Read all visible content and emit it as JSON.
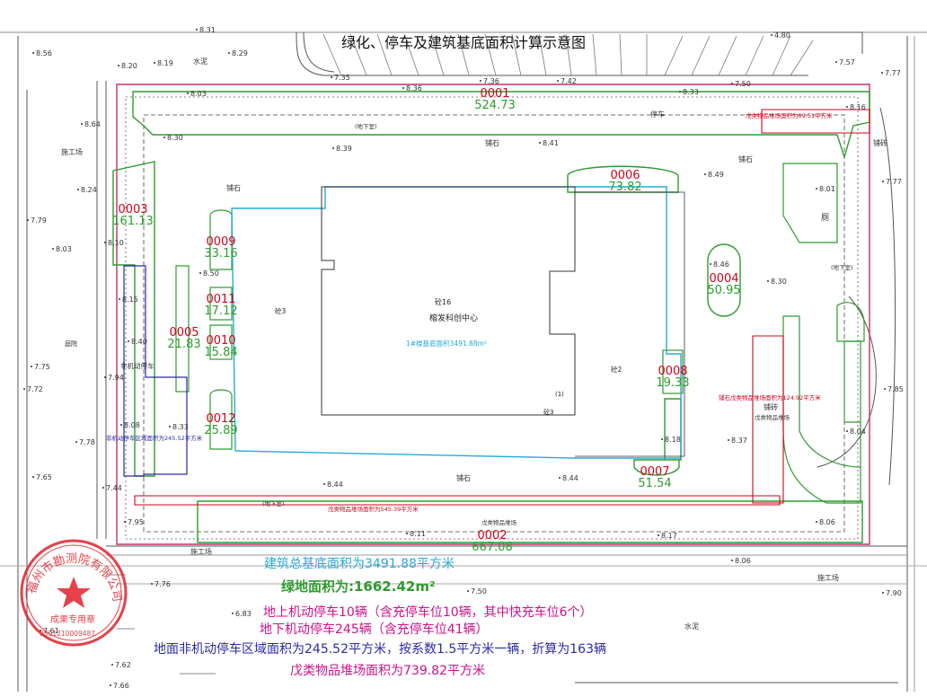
{
  "title": "绿化、停车及建筑基底面积计算示意图",
  "building": {
    "name": "榕发科创中心",
    "floors_label": "砼16",
    "side_label_left": "砼3",
    "side_label_right": "砼2",
    "footprint_label": "1#楼基底面积3491.88m²",
    "note_1": "(1)",
    "note_2": "砼3"
  },
  "green_areas": [
    {
      "code": "0001",
      "area": "524.73"
    },
    {
      "code": "0002",
      "area": "667.08"
    },
    {
      "code": "0003",
      "area": "161.13"
    },
    {
      "code": "0004",
      "area": "50.95"
    },
    {
      "code": "0005",
      "area": "21.83"
    },
    {
      "code": "0006",
      "area": "73.82"
    },
    {
      "code": "0007",
      "area": "51.54"
    },
    {
      "code": "0008",
      "area": "19.33"
    },
    {
      "code": "0009",
      "area": "33.16"
    },
    {
      "code": "0010",
      "area": "15.84"
    },
    {
      "code": "0011",
      "area": "17.12"
    },
    {
      "code": "0012",
      "area": "25.89"
    }
  ],
  "map_labels": {
    "parking": "停车",
    "tile_paving": "铺石",
    "tile_paving_b": "铺砖",
    "underground_a": "(地下室)",
    "underground_b": "(地下室)",
    "underground_c": "(地下室)",
    "cement": "水泥",
    "cement_b": "水泥",
    "construction_site_a": "施工场",
    "construction_site_b": "施工场",
    "construction_site_c": "施工场",
    "nonmotor_parking": "非机动停车",
    "yard": "庭院",
    "storage_yard": "戊类物品堆场",
    "storage_yard_b": "戊类物品堆场",
    "toilet": "厕"
  },
  "zone_notes": {
    "nonmotor_zone": "非机动停车区域面积为245.52平方米",
    "storage_top": "戊类物品堆场面积为69.51平方米",
    "storage_right": "铺石戊类物品堆场面积为124.92平方米",
    "storage_bottom": "戊类物品堆场面积为545.39平方米"
  },
  "elevations": [
    "8.56",
    "8.20",
    "8.19",
    "8.29",
    "8.31",
    "4.80",
    "7.57",
    "7.77",
    "7.35",
    "8.36",
    "7.36",
    "7.42",
    "8.33",
    "7.50",
    "8.03",
    "8.16",
    "8.64",
    "8.30",
    "8.39",
    "8.41",
    "8.24",
    "8.49",
    "8.01",
    "7.77",
    "7.79",
    "8.10",
    "8.03",
    "8.50",
    "8.46",
    "8.30",
    "8.15",
    "8.40",
    "7.75",
    "7.94",
    "7.72",
    "8.08",
    "8.33",
    "8.18",
    "8.37",
    "8.04",
    "7.85",
    "7.78",
    "7.65",
    "7.44",
    "8.44",
    "8.44",
    "8.06",
    "7.95",
    "8.11",
    "8.17",
    "8.06",
    "7.76",
    "7.50",
    "6.83",
    "7.61",
    "7.90",
    "7.62",
    "7.66"
  ],
  "summary": {
    "building_area": "建筑总基底面积为3491.88平方米",
    "green_area": "绿地面积为:1662.42m²",
    "ground_parking": "地上机动停车10辆（含充停车位10辆，其中快充车位6个）",
    "underground_parking": "地下机动停车245辆（含充停车位41辆）",
    "nonmotor_parking": "地面非机动停车区域面积为245.52平方米，按系数1.5平方米一辆，折算为163辆",
    "storage_area": "戊类物品堆场面积为739.82平方米"
  },
  "stamp": {
    "org_name": "福州市勘测院有限公司",
    "purpose": "成果专用章",
    "serial": "3501210009487"
  },
  "colors": {
    "green_line": "#2e9b2e",
    "red_line": "#d0021b",
    "building_line": "#29a8d8",
    "nonmotor_line": "#2a2aa8",
    "summary_building": "#29a8d8",
    "summary_green": "#2e9b2e",
    "summary_parking": "#d0108a",
    "summary_nonmotor": "#2a2aa8",
    "summary_storage": "#d0108a",
    "stamp": "#e0202a"
  }
}
